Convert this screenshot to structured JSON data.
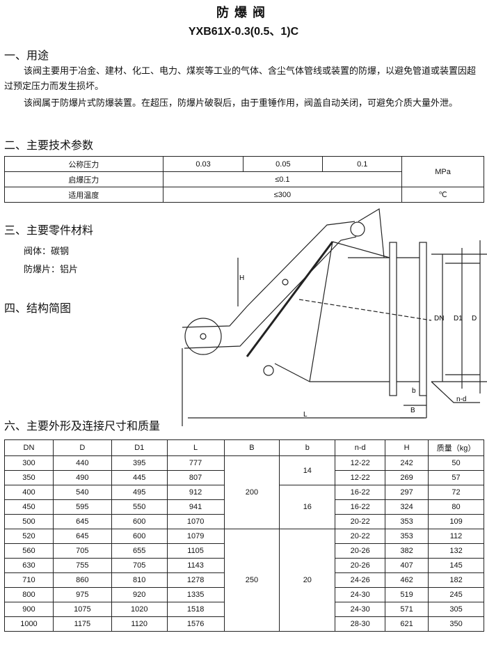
{
  "header": {
    "title": "防爆阀",
    "model": "YXB61X-0.3(0.5、1)C"
  },
  "sections": {
    "usage": {
      "heading": "一、用途",
      "p1": "该阀主要用于冶金、建材、化工、电力、煤炭等工业的气体、含尘气体管线或装置的防爆，以避免管道或装置因超过预定压力而发生损坏。",
      "p2": "该阀属于防爆片式防爆装置。在超压，防爆片破裂后，由于重锤作用，阀盖自动关闭，可避免介质大量外泄。"
    },
    "tech": {
      "heading": "二、主要技术参数",
      "rows": [
        {
          "label": "公称压力",
          "v1": "0.03",
          "v2": "0.05",
          "v3": "0.1"
        },
        {
          "label": "启爆压力",
          "value": "≤0.1"
        },
        {
          "label": "适用温度",
          "value": "≤300"
        }
      ],
      "unit_pressure": "MPa",
      "unit_temp": "℃"
    },
    "materials": {
      "heading": "三、主要零件材料",
      "body_label": "阀体：碳钢",
      "membrane_label": "防爆片：铝片"
    },
    "structure": {
      "heading": "四、结构简图"
    },
    "dims": {
      "heading": "六、主要外形及连接尺寸和质量",
      "headers": [
        "DN",
        "D",
        "D1",
        "L",
        "B",
        "b",
        "n-d",
        "H",
        "质量（kg）"
      ],
      "rows": [
        [
          "300",
          "440",
          "395",
          "777",
          "12-22",
          "242",
          "50"
        ],
        [
          "350",
          "490",
          "445",
          "807",
          "12-22",
          "269",
          "57"
        ],
        [
          "400",
          "540",
          "495",
          "912",
          "16-22",
          "297",
          "72"
        ],
        [
          "450",
          "595",
          "550",
          "941",
          "16-22",
          "324",
          "80"
        ],
        [
          "500",
          "645",
          "600",
          "1070",
          "20-22",
          "353",
          "109"
        ],
        [
          "520",
          "645",
          "600",
          "1079",
          "20-22",
          "353",
          "112"
        ],
        [
          "560",
          "705",
          "655",
          "1105",
          "20-26",
          "382",
          "132"
        ],
        [
          "630",
          "755",
          "705",
          "1143",
          "20-26",
          "407",
          "145"
        ],
        [
          "710",
          "860",
          "810",
          "1278",
          "24-26",
          "462",
          "182"
        ],
        [
          "800",
          "975",
          "920",
          "1335",
          "24-30",
          "519",
          "245"
        ],
        [
          "900",
          "1075",
          "1020",
          "1518",
          "24-30",
          "571",
          "305"
        ],
        [
          "1000",
          "1175",
          "1120",
          "1576",
          "28-30",
          "621",
          "350"
        ]
      ],
      "B_values": [
        "200",
        "250"
      ],
      "b_values": [
        "14",
        "16",
        "20"
      ]
    }
  },
  "diagram": {
    "labels": {
      "H": "H",
      "DN": "DN",
      "D1": "D1",
      "D": "D",
      "b": "b",
      "nd": "n-d",
      "B": "B",
      "L": "L"
    }
  }
}
